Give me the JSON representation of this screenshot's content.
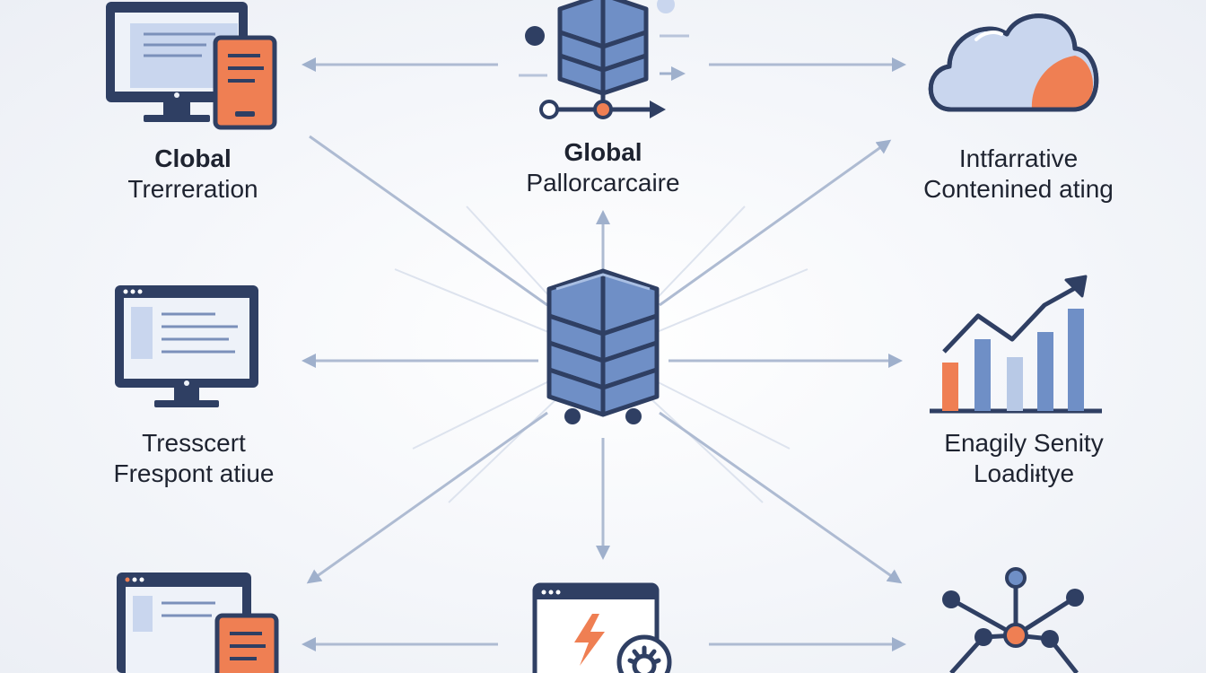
{
  "colors": {
    "navy": "#2f3f63",
    "blue": "#6f8fc6",
    "light_blue": "#b8c9e6",
    "orange": "#ef7f53",
    "line": "#aebbd2",
    "arrow": "#9fb0cc"
  },
  "nodes": {
    "top_left": {
      "icon": "desktop-document-icon",
      "line1": "Clobal",
      "line2": "Trerreration"
    },
    "top_center": {
      "icon": "server-stack-icon",
      "line1": "Global",
      "line2": "Pallorcarcaire"
    },
    "top_right": {
      "icon": "cloud-icon",
      "line1": "Intfarrative",
      "line2": "Contenined ating"
    },
    "mid_left": {
      "icon": "monitor-icon",
      "line1": "Tresscert",
      "line2": "Frespont atiue"
    },
    "center": {
      "icon": "central-server-icon"
    },
    "mid_right": {
      "icon": "bar-chart-growth-icon",
      "line1": "Enagily Senity",
      "line2": "Loadiᵻtye"
    },
    "bottom_left": {
      "icon": "desktop-document-icon"
    },
    "bottom_center": {
      "icon": "browser-lightning-gear-icon"
    },
    "bottom_right": {
      "icon": "network-graph-icon"
    }
  }
}
